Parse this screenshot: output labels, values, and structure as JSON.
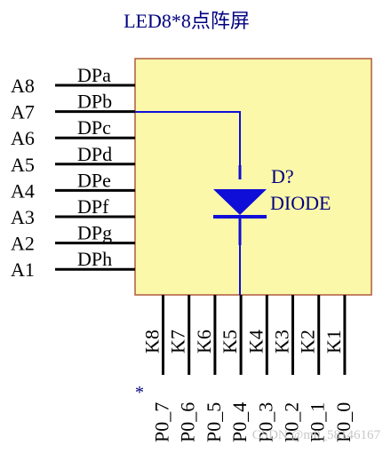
{
  "title": "LED8*8点阵屏",
  "left_pins": [
    {
      "pin": "A8",
      "name": "DPa"
    },
    {
      "pin": "A7",
      "name": "DPb"
    },
    {
      "pin": "A6",
      "name": "DPc"
    },
    {
      "pin": "A5",
      "name": "DPd"
    },
    {
      "pin": "A4",
      "name": "DPe"
    },
    {
      "pin": "A3",
      "name": "DPf"
    },
    {
      "pin": "A2",
      "name": "DPg"
    },
    {
      "pin": "A1",
      "name": "DPh"
    }
  ],
  "bottom_pins": [
    {
      "pin": "K8",
      "net": "P0_7"
    },
    {
      "pin": "K7",
      "net": "P0_6"
    },
    {
      "pin": "K6",
      "net": "P0_5"
    },
    {
      "pin": "K5",
      "net": "P0_4"
    },
    {
      "pin": "K4",
      "net": "P0_3"
    },
    {
      "pin": "K3",
      "net": "P0_2"
    },
    {
      "pin": "K2",
      "net": "P0_1"
    },
    {
      "pin": "K1",
      "net": "P0_0"
    }
  ],
  "diode": {
    "designator": "D?",
    "comment": "DIODE"
  },
  "marker": "*",
  "watermark": "CSDN @m0_58146167",
  "colors": {
    "body_fill": "#fbf8a9",
    "body_stroke": "#b15a3e",
    "wire": "#0e0ed8",
    "text_dark": "#000000",
    "text_blue": "#000080"
  }
}
